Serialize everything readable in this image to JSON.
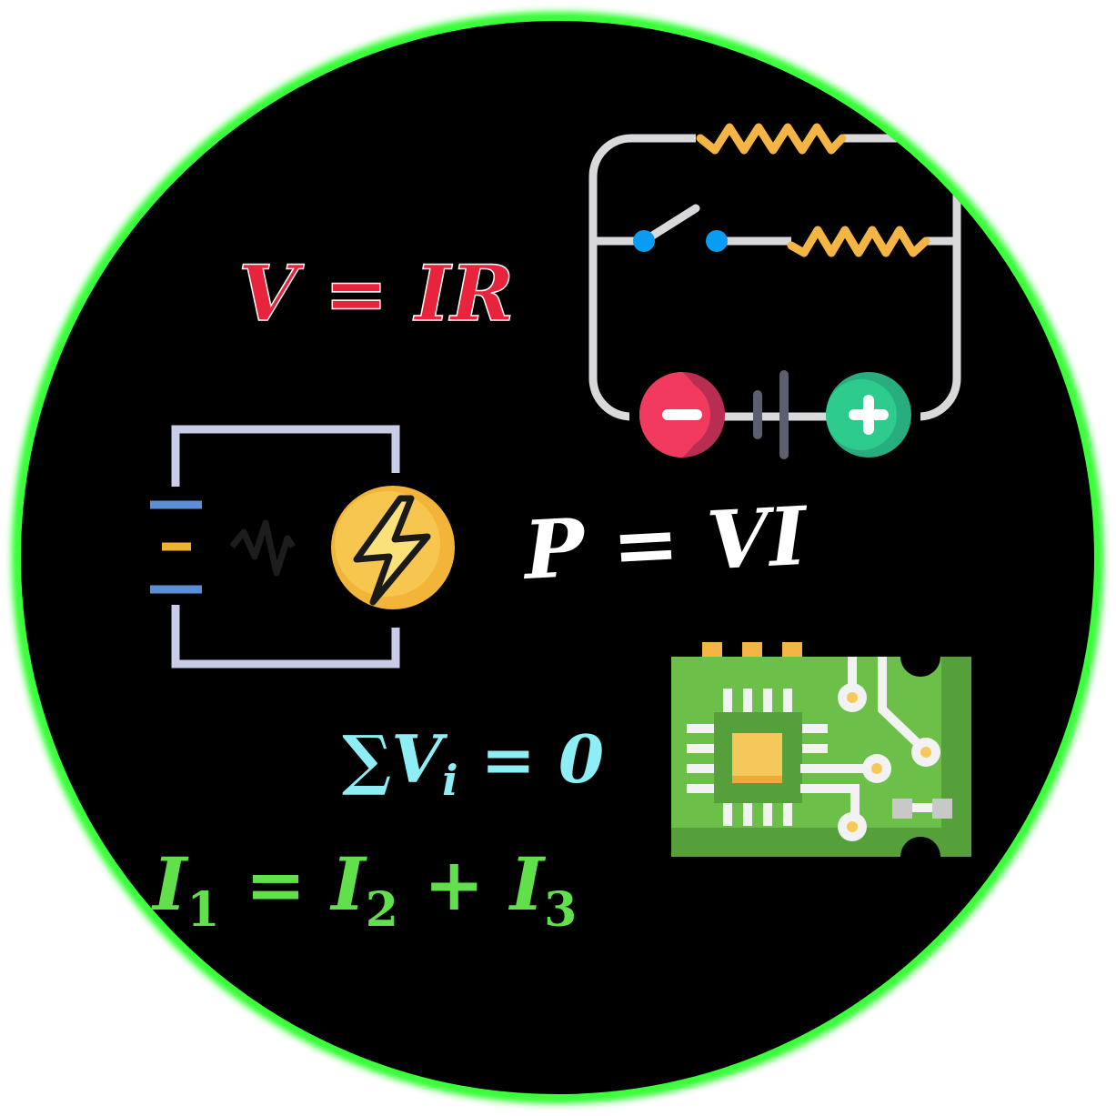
{
  "equations": {
    "ohm": {
      "text": "V = IR",
      "color": "#e8233c"
    },
    "power": {
      "text": "P = VI",
      "color": "#ffffff"
    },
    "kvl": {
      "sum": "∑V",
      "sub": "i",
      "rest": " = 0",
      "color": "#8eeef5"
    },
    "kcl": {
      "i1": "I",
      "s1": "1",
      "eq": " = ",
      "i2": "I",
      "s2": "2",
      "plus": " + ",
      "i3": "I",
      "s3": "3",
      "color": "#62e04c"
    }
  },
  "colors": {
    "ring": "#22ff22",
    "background": "#000000",
    "wire": "#d9d9dc",
    "resistor": "#f5b544",
    "switch_node": "#0a9cf0",
    "negative": "#f23a5e",
    "positive": "#2dcc8c",
    "pcb": "#6cc04a",
    "bolt": "#f2b53a"
  },
  "icons": [
    "series-parallel-circuit-icon",
    "power-source-circuit-icon",
    "pcb-chip-icon"
  ]
}
